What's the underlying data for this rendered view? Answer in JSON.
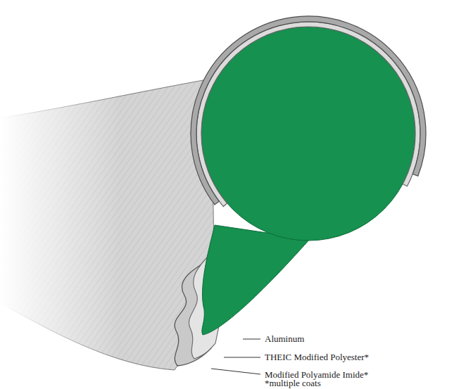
{
  "diagram": {
    "labels": [
      "Aluminum",
      "THEIC Modified Polyester*",
      "Modified Polyamide Imide*",
      "*multiple coats"
    ]
  }
}
